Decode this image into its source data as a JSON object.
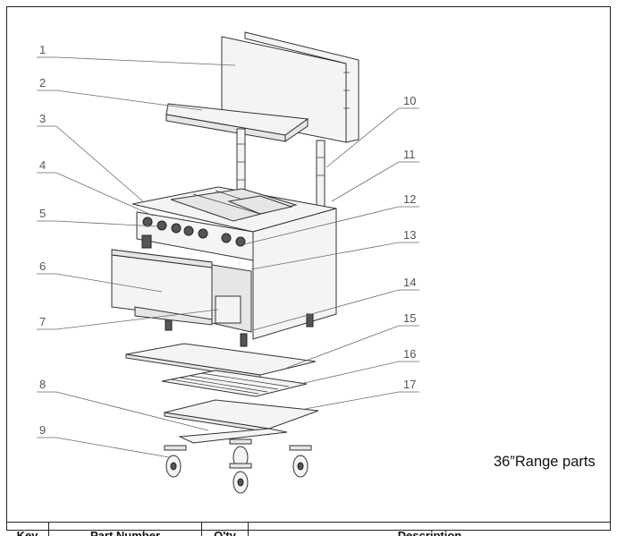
{
  "caption": "36”Range parts",
  "callouts": [
    "1",
    "2",
    "3",
    "4",
    "5",
    "6",
    "7",
    "8",
    "9",
    "10",
    "11",
    "12",
    "13",
    "14",
    "15",
    "16",
    "17"
  ],
  "table": {
    "headers": [
      "Key",
      "Part Number",
      "Q'ty",
      "Description"
    ]
  }
}
